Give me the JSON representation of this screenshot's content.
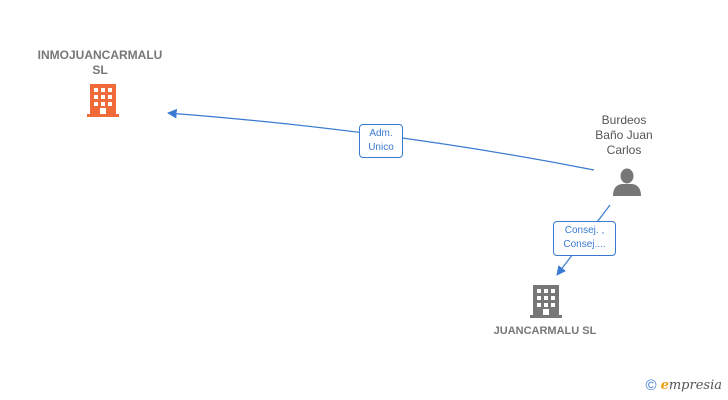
{
  "nodes": {
    "company_main": {
      "name_line1": "INMOJUANCARMALU",
      "name_line2": "SL",
      "icon": "building-icon",
      "color": "#f26a37"
    },
    "person": {
      "line1": "Burdeos",
      "line2": "Baño Juan",
      "line3": "Carlos",
      "icon": "person-icon",
      "color": "#777777"
    },
    "company_second": {
      "name": "JUANCARMALU SL",
      "icon": "building-icon",
      "color": "#777777"
    }
  },
  "edges": [
    {
      "from": "person",
      "to": "company_main",
      "label_line1": "Adm.",
      "label_line2": "Unico"
    },
    {
      "from": "person",
      "to": "company_second",
      "label_line1": "Consej. ,",
      "label_line2": "Consej...."
    }
  ],
  "colors": {
    "edge": "#3a7ad1"
  },
  "watermark": {
    "symbol": "©",
    "brand_first": "e",
    "brand_rest": "mpresia"
  }
}
